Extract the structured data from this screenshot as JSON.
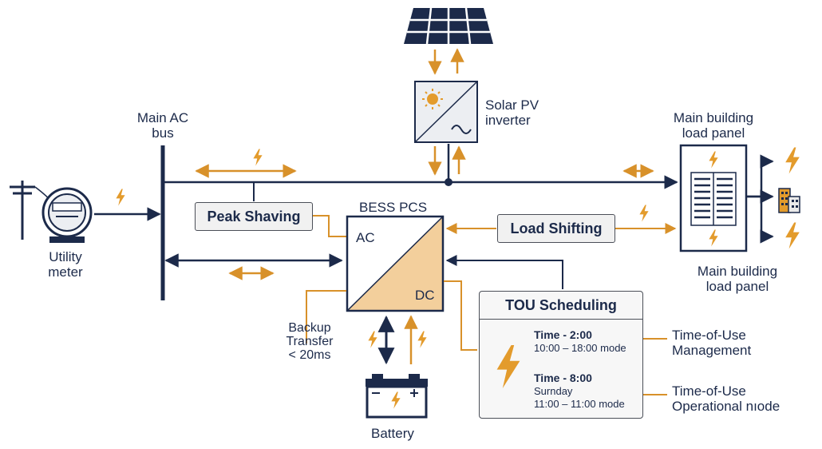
{
  "labels": {
    "main_ac_bus": [
      "Main AC",
      "bus"
    ],
    "solar_pv_inverter": [
      "Solar PV",
      "inverter"
    ],
    "main_building_load_panel_top": [
      "Main building",
      "load panel"
    ],
    "main_building_load_panel_bottom": [
      "Main building",
      "load panel"
    ],
    "utility_meter": [
      "Utility",
      "meter"
    ],
    "bess_pcs": "BESS PCS",
    "ac": "AC",
    "dc": "DC",
    "backup_transfer": [
      "Backup",
      "Transfer",
      "< 20ms"
    ],
    "battery": "Battery",
    "tou_management": [
      "Time-of-Use",
      "Management"
    ],
    "tou_operational_mode": [
      "Time-of-Use",
      "Operational nıode"
    ]
  },
  "boxes": {
    "peak_shaving": "Peak Shaving",
    "load_shifting": "Load Shifting"
  },
  "tou_scheduling": {
    "title": "TOU Scheduling",
    "row1_time": "Time - 2:00",
    "row1_detail": "10:00 – 18:00 mode",
    "row2_time": "Time - 8:00",
    "row2_day": "Surnday",
    "row2_detail": "11:00 – 11:00 mode"
  },
  "colors": {
    "navy": "#1c2a4a",
    "orange": "#d8912a",
    "pcs_dc_fill": "#f3cf9c",
    "box_fill": "#f1f1f1",
    "border": "#4b4f58"
  },
  "icons": [
    "solar-panel-icon",
    "sun-icon",
    "ac-wave-icon",
    "utility-pole-icon",
    "electric-meter-icon",
    "lightning-icon",
    "battery-icon",
    "building-icon",
    "breaker-panel-icon"
  ]
}
